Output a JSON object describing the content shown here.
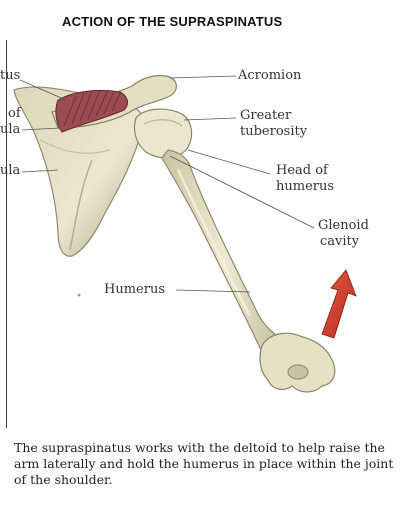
{
  "title": "ACTION OF THE SUPRASPINATUS",
  "labels": {
    "acromion": "Acromion",
    "greater_tuberosity": [
      "Greater",
      "tuberosity"
    ],
    "head_of_humerus": [
      "Head of",
      "humerus"
    ],
    "glenoid_cavity": [
      "Glenoid",
      "cavity"
    ],
    "humerus": "Humerus"
  },
  "cut_labels": [
    "tus",
    "of",
    "ula",
    "ula"
  ],
  "caption": "The supraspinatus works with the deltoid to help raise the arm laterally and hold the humerus in place within the joint of the shoulder.",
  "colors": {
    "bone": "#e7e2c6",
    "bone_shadow": "#a9a383",
    "muscle": "#9c4b52",
    "arrow": "#d23a2a"
  }
}
